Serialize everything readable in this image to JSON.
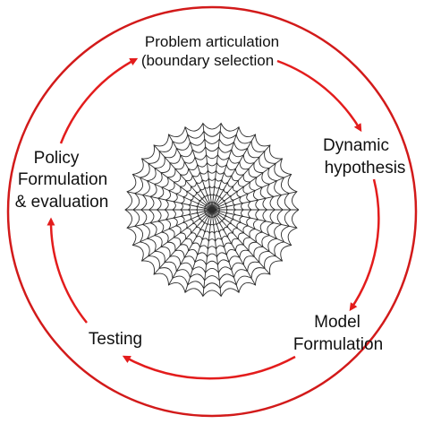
{
  "colors": {
    "ring": "#d21a1a",
    "arrow": "#e31c1c",
    "web": "#2b2b2b",
    "text": "#111111",
    "background": "#ffffff"
  },
  "stages": {
    "problem_articulation": {
      "line1": "Problem articulation",
      "line2": "(boundary selection"
    },
    "dynamic_hypothesis": {
      "line1": "Dynamic",
      "line2": "hypothesis"
    },
    "model_formulation": {
      "line1": "Model",
      "line2": "Formulation"
    },
    "testing": {
      "line1": "Testing"
    },
    "policy_formulation": {
      "line1": "Policy",
      "line2": "Formulation",
      "line3": "& evaluation"
    }
  },
  "icons": {
    "center": "spider-web-icon",
    "cycle_arrows": "arrow-head-icon"
  }
}
